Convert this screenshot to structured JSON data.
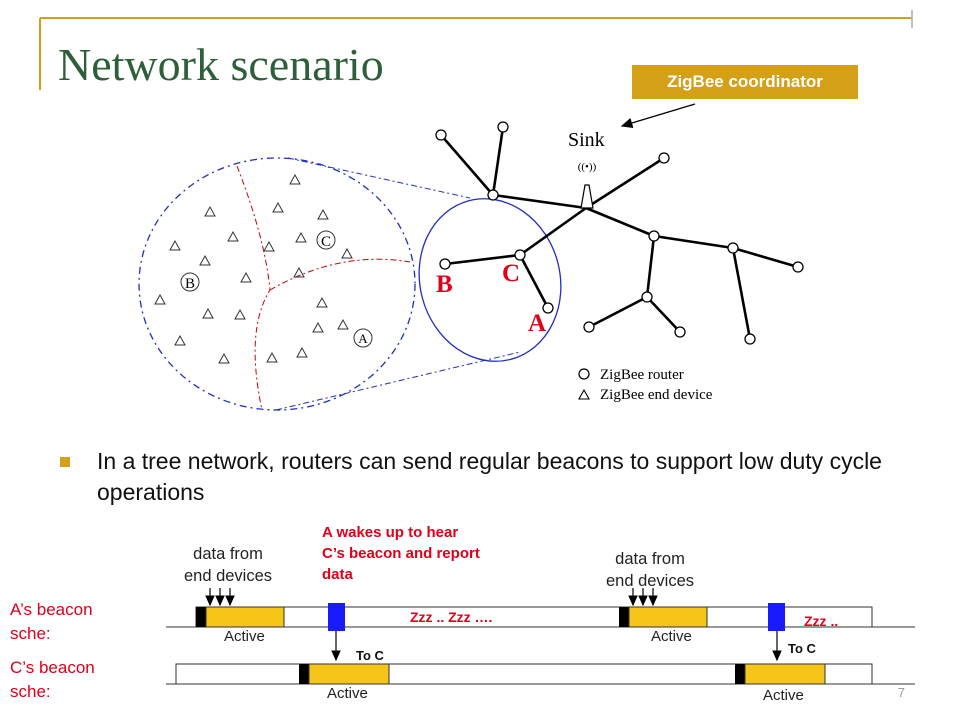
{
  "title": "Network scenario",
  "coordinator_label": "ZigBee coordinator",
  "network": {
    "sink_label": "Sink",
    "sink_waves": "((•))",
    "node_labels": {
      "A": "A",
      "B": "B",
      "C": "C"
    },
    "zoom_labels": {
      "A": "A",
      "B": "B",
      "C": "C"
    },
    "legend": {
      "router": "ZigBee router",
      "end_device": "ZigBee end device"
    }
  },
  "bullet": "In a tree network, routers can send regular beacons to support low duty cycle operations",
  "timeline": {
    "data_label_1": "data from end devices",
    "data_label_2": "data from end devices",
    "wake_note": "A wakes up to hear C’s beacon and report data",
    "a_row_label": "A’s beacon sche:",
    "c_row_label": "C’s beacon sche:",
    "active_a1": "Active",
    "active_a2": "Active",
    "active_c1": "Active",
    "active_c2": "Active",
    "sleep_1": "Zzz .. Zzz ….",
    "sleep_2": "Zzz ..",
    "to_c_1": "To C",
    "to_c_2": "To C"
  },
  "page_number": "7",
  "colors": {
    "title": "#2e5f3a",
    "accent": "#d4a017",
    "active_block": "#f5c518",
    "beacon_blue": "#1a1aff",
    "note_red": "#e0001a"
  }
}
